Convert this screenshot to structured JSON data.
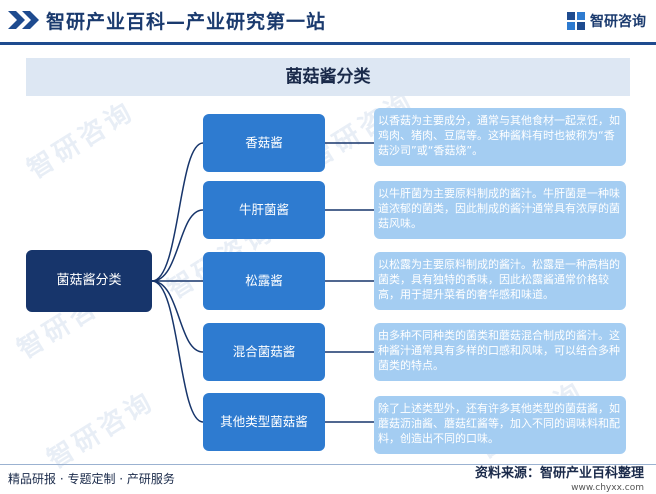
{
  "header": {
    "site_title": "智研产业百科—产业研究第一站",
    "logo_text": "智研咨询"
  },
  "diagram": {
    "title": "菌菇酱分类",
    "root": "菌菇酱分类",
    "items": [
      {
        "type": "香菇酱",
        "description": "以香菇为主要成分，通常与其他食材一起烹饪，如鸡肉、猪肉、豆腐等。这种酱料有时也被称为“香菇沙司”或“香菇烧”。"
      },
      {
        "type": "牛肝菌酱",
        "description": "以牛肝菌为主要原料制成的酱汁。牛肝菌是一种味道浓郁的菌类，因此制成的酱汁通常具有浓厚的菌菇风味。"
      },
      {
        "type": "松露酱",
        "description": "以松露为主要原料制成的酱汁。松露是一种高档的菌类，具有独特的香味，因此松露酱通常价格较高，用于提升菜肴的奢华感和味道。"
      },
      {
        "type": "混合菌菇酱",
        "description": "由多种不同种类的菌类和蘑菇混合制成的酱汁。这种酱汁通常具有多样的口感和风味，可以结合多种菌类的特点。"
      },
      {
        "type": "其他类型菌菇酱",
        "description": "除了上述类型外，还有许多其他类型的菌菇酱，如蘑菇沥油酱、蘑菇红酱等，加入不同的调味料和配料，创造出不同的口味。"
      }
    ]
  },
  "watermarks": [
    "智研咨询",
    "智研咨询",
    "智研咨询",
    "智研咨询",
    "智研咨询",
    "智研咨询"
  ],
  "footer": {
    "left": "精品研报 · 专题定制 · 产研服务",
    "source": "资料来源：智研产业百科整理",
    "url": "www.chyxx.com"
  },
  "colors": {
    "root": "#17356b",
    "type_box": "#2e7bd0",
    "desc_box": "#a4cdf2",
    "connector": "#17356b"
  }
}
